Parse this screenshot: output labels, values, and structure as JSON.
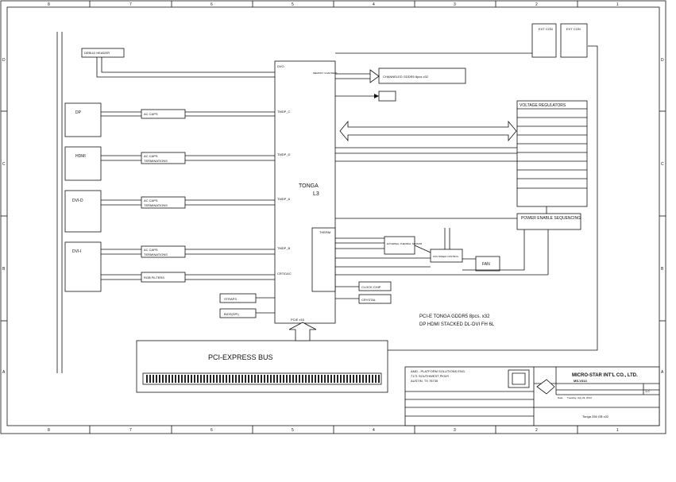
{
  "border_cols": [
    "8",
    "7",
    "6",
    "5",
    "4",
    "3",
    "2",
    "1"
  ],
  "border_rows": [
    "D",
    "C",
    "B",
    "A"
  ],
  "blocks": {
    "debug_header": "DEBUG HEADER",
    "dvo": "DVO",
    "memory_channels": "MEMORY CHANNELS",
    "chanel_mem": "CHANNELED GDDR5 8pcs x32",
    "tmdp_c": "TMDP_C",
    "tmdp_d": "TMDP_D",
    "tmdp_a": "TMDP_A",
    "tmdp_b": "TMDP_B",
    "dac": "CRT/DAC",
    "gpu_name": "TONGA",
    "gpu_rev": "L3",
    "therm": "THERM",
    "pcie_x16": "PCIE x16",
    "voltage_regulators": "VOLTAGE REGULATORS",
    "power_enable": "POWER ENABLE SEQUENCING",
    "ext_thermal": "EXTERNAL THERMAL SENSOR",
    "fan_speed": "FAN SPEED CONTROL",
    "fan": "FAN",
    "clock_chip": "CLOCK CHIP",
    "crystal": "CRYSTAL",
    "straps": "STRAPS",
    "bios": "BIOS(SPI)",
    "pcie_bus": "PCI-EXPRESS BUS",
    "ext_con1": "EXT CON",
    "ext_con2": "EXT CON"
  },
  "connectors": {
    "dp": "DP",
    "hdmi": "HDMI",
    "dvi_d": "DVI-D",
    "dvi_i": "DVI-I"
  },
  "cap_blocks": {
    "ac1": "AC CAPS",
    "ac2a": "AC CAPS",
    "ac2b": "TERMINATIONS",
    "ac3a": "AC CAPS",
    "ac3b": "TERMINATIONS",
    "ac4a": "AC CAPS",
    "ac4b": "TERMINATIONS",
    "rgb": "RGB FILTERS"
  },
  "notes": {
    "line1": "PCI-E TONGA GDDR5 8pcs. x32",
    "line2": "DP HDMI STACKED DL-DVI FH 6L"
  },
  "title_block": {
    "company": "MICRO-STAR INT'L CO., LTD.",
    "model": "MS-V314",
    "amd_line1": "AMD - PLATFORM SOLUTIONS ENG.",
    "amd_line2": "7171 SOUTHWEST PKWY",
    "amd_line3": "AUSTIN, TX  78735",
    "doc_title": "Tonga 256 GB x32",
    "rev": "1.0",
    "date_label": "Date:",
    "date": "Tuesday, July 29, 2014"
  },
  "colors": {
    "line": "#111111",
    "paper": "#ffffff"
  }
}
